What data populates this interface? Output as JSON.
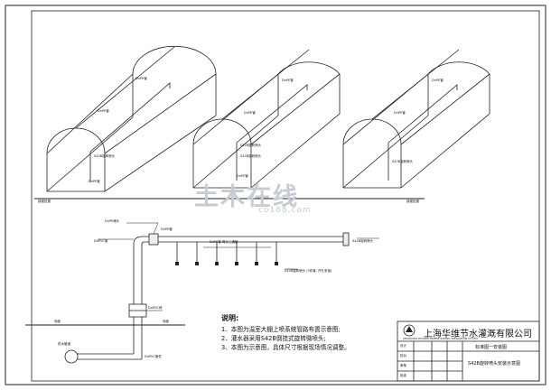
{
  "greenhouse": {
    "pipe_top_label": "DnPE管",
    "pipe_mid_label": "DnPE管",
    "nozzle_label": "S42B旋转喷头",
    "drop_label": "DnPE管",
    "hang_label": "S42B旋转喷头",
    "ground_left": "接管处管",
    "ground_mid": "接管处管"
  },
  "detail": {
    "lbl_main_pipe": "DnPE管",
    "lbl_cap": "DnPE堵头",
    "lbl_valve_top": "DnPVC管",
    "lbl_joint": "DnPE管 弯头三通管",
    "lbl_nozzle": "S42B旋转喷头",
    "lbl_line": "S42B旋转喷头 (3件套, 开孔来接)",
    "lbl_valve": "DnPVC阀",
    "lbl_ground": "地面",
    "lbl_ground2": "地面",
    "lbl_source": "供水管道",
    "lbl_pipe_under": "DnPVC管件"
  },
  "notes": {
    "title": "说明:",
    "items": [
      "1、本图为温室大棚上喷系统管路布置示意图;",
      "2、灌水器采用S42B倒挂式旋转微喷头;",
      "3、本图为示意图，具体尺寸根据现场情况调整。"
    ]
  },
  "title_block": {
    "company": "上海华维节水灌溉有限公司",
    "company_en": "SHANGHAI HUAWEI WATER-SAVING IRRIGATION CO LTD",
    "subtitle": "标准图一安装图",
    "drawing_name": "S42B旋转喷头安装示意图",
    "rows": [
      "设计",
      "校对",
      "审核",
      "批准"
    ]
  },
  "watermark": {
    "text": "土木在线",
    "url": "co188.com"
  }
}
